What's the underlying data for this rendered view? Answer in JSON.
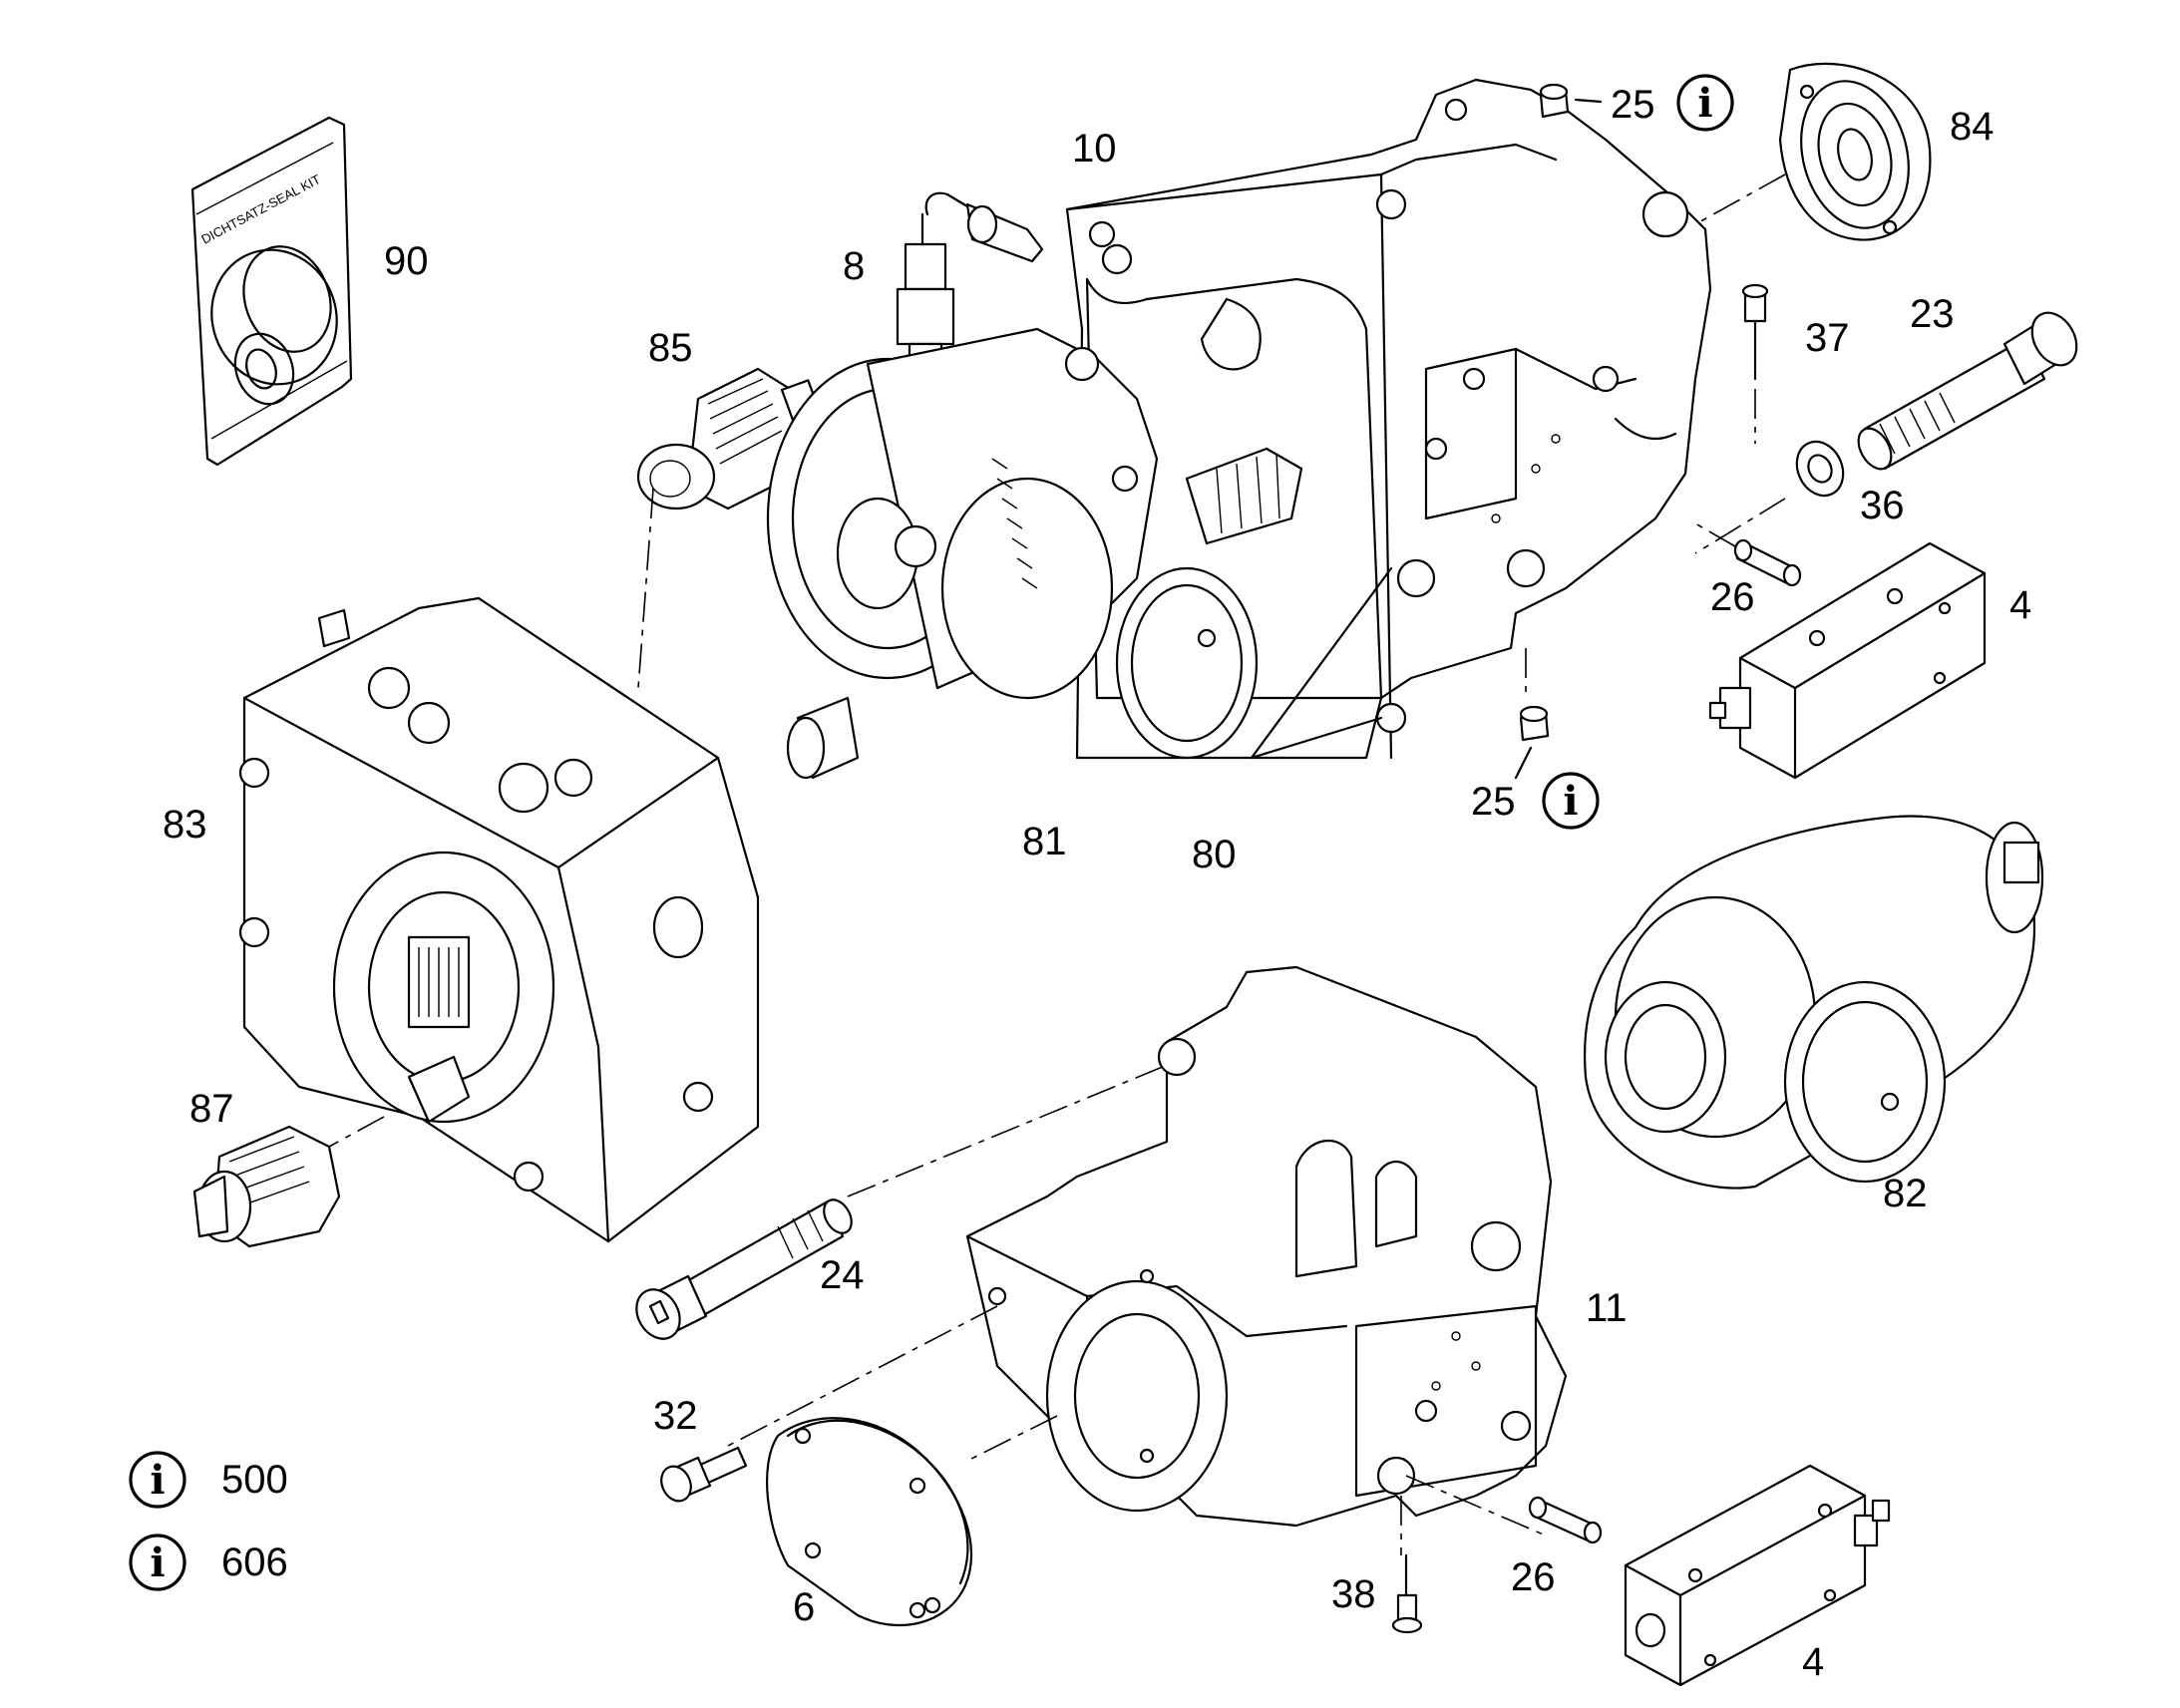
{
  "callouts": {
    "c90": "90",
    "c85": "85",
    "c8": "8",
    "c10": "10",
    "c25a": "25",
    "c84": "84",
    "c37": "37",
    "c23": "23",
    "c36": "36",
    "c26a": "26",
    "c4a": "4",
    "c25b": "25",
    "c83": "83",
    "c81": "81",
    "c80": "80",
    "c82": "82",
    "c87": "87",
    "c24": "24",
    "c11": "11",
    "c32": "32",
    "c6": "6",
    "c38": "38",
    "c26b": "26",
    "c4b": "4"
  },
  "seal_kit_text": "DICHTSATZ-SEAL KIT",
  "info_symbol": "i",
  "info_refs": [
    "500",
    "606"
  ],
  "icons": [
    "info-icon"
  ]
}
